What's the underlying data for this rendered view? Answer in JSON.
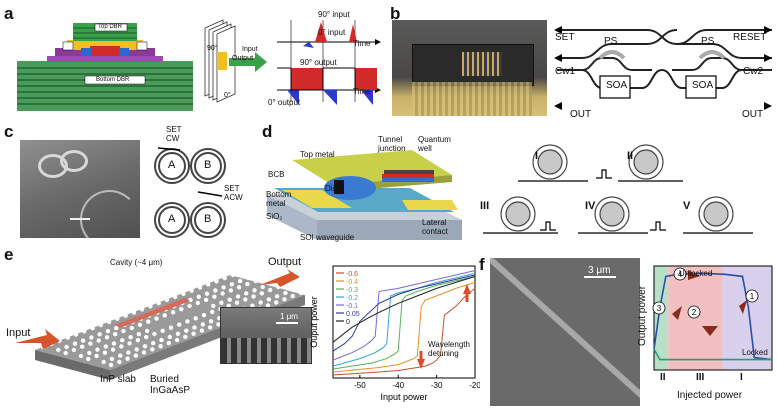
{
  "panels": {
    "a": "a",
    "b": "b",
    "c": "c",
    "d": "d",
    "e": "e",
    "f": "f"
  },
  "panel_a": {
    "top_dbr": "Top DBR",
    "bottom_dbr": "Bottom DBR",
    "angle_90": "90°",
    "angle_0": "0°",
    "input_90": "90° input",
    "input_0": "0° input",
    "input": "Input",
    "output": "Output",
    "output_90": "90° output",
    "output_0": "0° output",
    "time": "Time"
  },
  "panel_b": {
    "set": "SET",
    "reset": "RESET",
    "ps": "PS",
    "cw1": "Cw1",
    "cw2": "Cw2",
    "soa": "SOA",
    "out": "OUT"
  },
  "panel_c": {
    "set_cw": "SET\nCW",
    "set_acw": "SET\nACW",
    "ring_a": "A",
    "ring_b": "B"
  },
  "panel_d": {
    "top_metal": "Top metal",
    "tunnel_junction": "Tunnel junction",
    "quantum_well": "Quantum well",
    "bcb": "BCB",
    "disk": "Disk",
    "bottom_metal": "Bottom metal",
    "sio2": "SiO₂",
    "soi_waveguide": "SOI waveguide",
    "lateral_contact": "Lateral contact",
    "states": [
      "I",
      "II",
      "III",
      "IV",
      "V"
    ]
  },
  "panel_e": {
    "cavity": "Cavity (~4 μm)",
    "output": "Output",
    "input": "Input",
    "inp_slab": "InP slab",
    "buried": "Buried InGaAsP",
    "scale_bar": "1 μm",
    "wavelength_detuning": "Wavelength detuning"
  },
  "panel_f": {
    "scale_bar": "3 μm",
    "unlocked": "Unlocked",
    "locked": "Locked",
    "output_power": "Output power",
    "injected_power": "Injected power",
    "regions": [
      "II",
      "III",
      "I"
    ],
    "steps": [
      "1",
      "2",
      "3",
      "4"
    ]
  },
  "chart_data": [
    {
      "type": "line",
      "xlabel": "Input power",
      "ylabel": "Ouput power",
      "xlim": [
        -57,
        -20
      ],
      "xticks": [
        "-50",
        "-40",
        "-30",
        "-20"
      ],
      "legend_placement": "top-left",
      "grid": false,
      "series": [
        {
          "name": "-0.6",
          "color": "#c8502a",
          "x": [
            -57,
            -45,
            -40,
            -35,
            -33,
            -31,
            -30,
            -29,
            -28,
            -25,
            -22,
            -20
          ],
          "y": [
            0.02,
            0.04,
            0.05,
            0.07,
            0.08,
            0.1,
            0.12,
            0.15,
            0.42,
            0.48,
            0.56,
            0.6
          ]
        },
        {
          "name": "-0.4",
          "color": "#e8902a",
          "x": [
            -57,
            -45,
            -40,
            -38,
            -36,
            -35,
            -34,
            -33,
            -30,
            -25,
            -20
          ],
          "y": [
            0.04,
            0.07,
            0.09,
            0.11,
            0.13,
            0.15,
            0.48,
            0.52,
            0.55,
            0.6,
            0.64
          ]
        },
        {
          "name": "-0.3",
          "color": "#5bb05b",
          "x": [
            -57,
            -47,
            -43,
            -41,
            -40,
            -39,
            -38,
            -35,
            -30,
            -25,
            -20
          ],
          "y": [
            0.06,
            0.1,
            0.13,
            0.16,
            0.18,
            0.52,
            0.55,
            0.58,
            0.62,
            0.65,
            0.68
          ]
        },
        {
          "name": "-0.2",
          "color": "#2fa8d8",
          "x": [
            -57,
            -50,
            -46,
            -44,
            -43,
            -42,
            -40,
            -35,
            -30,
            -25,
            -20
          ],
          "y": [
            0.08,
            0.13,
            0.17,
            0.2,
            0.23,
            0.55,
            0.57,
            0.6,
            0.64,
            0.67,
            0.7
          ]
        },
        {
          "name": "-0.1",
          "color": "#7a6ad0",
          "x": [
            -57,
            -52,
            -49,
            -47,
            -46,
            -45,
            -40,
            -35,
            -30,
            -25,
            -20
          ],
          "y": [
            0.12,
            0.17,
            0.21,
            0.25,
            0.28,
            0.58,
            0.6,
            0.63,
            0.66,
            0.69,
            0.72
          ]
        },
        {
          "name": "0.05",
          "color": "#2b3f8f",
          "x": [
            -57,
            -54,
            -52,
            -51,
            -50,
            -45,
            -40,
            -35,
            -30,
            -25,
            -20
          ],
          "y": [
            0.18,
            0.23,
            0.28,
            0.33,
            0.38,
            0.5,
            0.56,
            0.6,
            0.63,
            0.66,
            0.69
          ]
        },
        {
          "name": "0",
          "color": "#222222",
          "x": [
            -57,
            -55,
            -52,
            -48,
            -45,
            -40,
            -35,
            -30,
            -25,
            -20
          ],
          "y": [
            0.24,
            0.28,
            0.34,
            0.4,
            0.44,
            0.5,
            0.55,
            0.6,
            0.64,
            0.68
          ]
        }
      ],
      "annotations": [
        "Wavelength detuning"
      ]
    },
    {
      "type": "line",
      "xlabel": "Injected power",
      "ylabel": "Output power",
      "regions": [
        "II",
        "III",
        "I"
      ],
      "series": [
        {
          "name": "Unlocked",
          "color": "#2b4fa8",
          "x": [
            0,
            0.05,
            0.1,
            0.2,
            0.4,
            0.6,
            0.75,
            0.8,
            0.85,
            1.0
          ],
          "y": [
            0.2,
            0.6,
            0.9,
            0.92,
            0.93,
            0.92,
            0.9,
            0.6,
            0.12,
            0.1
          ]
        },
        {
          "name": "Locked",
          "color": "#2a9a7a",
          "x": [
            0,
            0.05,
            0.1,
            0.2,
            0.4,
            0.6,
            0.75,
            1.0
          ],
          "y": [
            0.2,
            0.1,
            0.1,
            0.1,
            0.1,
            0.1,
            0.1,
            0.1
          ]
        }
      ]
    }
  ]
}
